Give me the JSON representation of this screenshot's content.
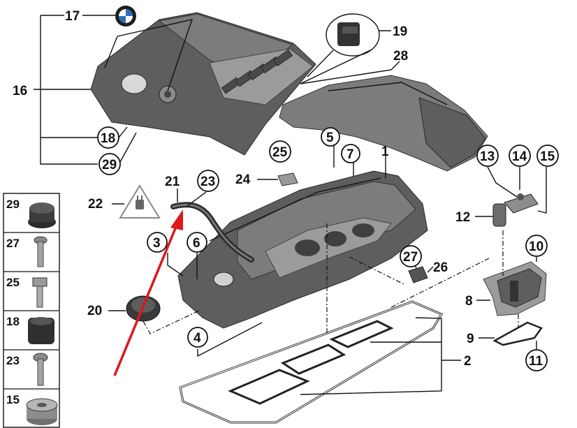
{
  "callouts": {
    "c1": "1",
    "c2": "2",
    "c3": "3",
    "c4": "4",
    "c5": "5",
    "c6": "6",
    "c7": "7",
    "c8": "8",
    "c9": "9",
    "c10": "10",
    "c11": "11",
    "c12": "12",
    "c13": "13",
    "c14": "14",
    "c15": "15",
    "c16": "16",
    "c17": "17",
    "c18": "18",
    "c19": "19",
    "c20": "20",
    "c21": "21",
    "c22": "22",
    "c23": "23",
    "c24": "24",
    "c25": "25",
    "c26": "26",
    "c27": "27",
    "c28": "28",
    "c29": "29"
  },
  "side_panel": [
    "29",
    "27",
    "25",
    "18",
    "23",
    "15"
  ],
  "colors": {
    "arrow": "#e0161b",
    "part": "#6b6b6b",
    "line": "#111111"
  },
  "icons": [
    "bmw-logo-icon",
    "electrical-plug-warning-icon",
    "red-arrow-icon"
  ]
}
